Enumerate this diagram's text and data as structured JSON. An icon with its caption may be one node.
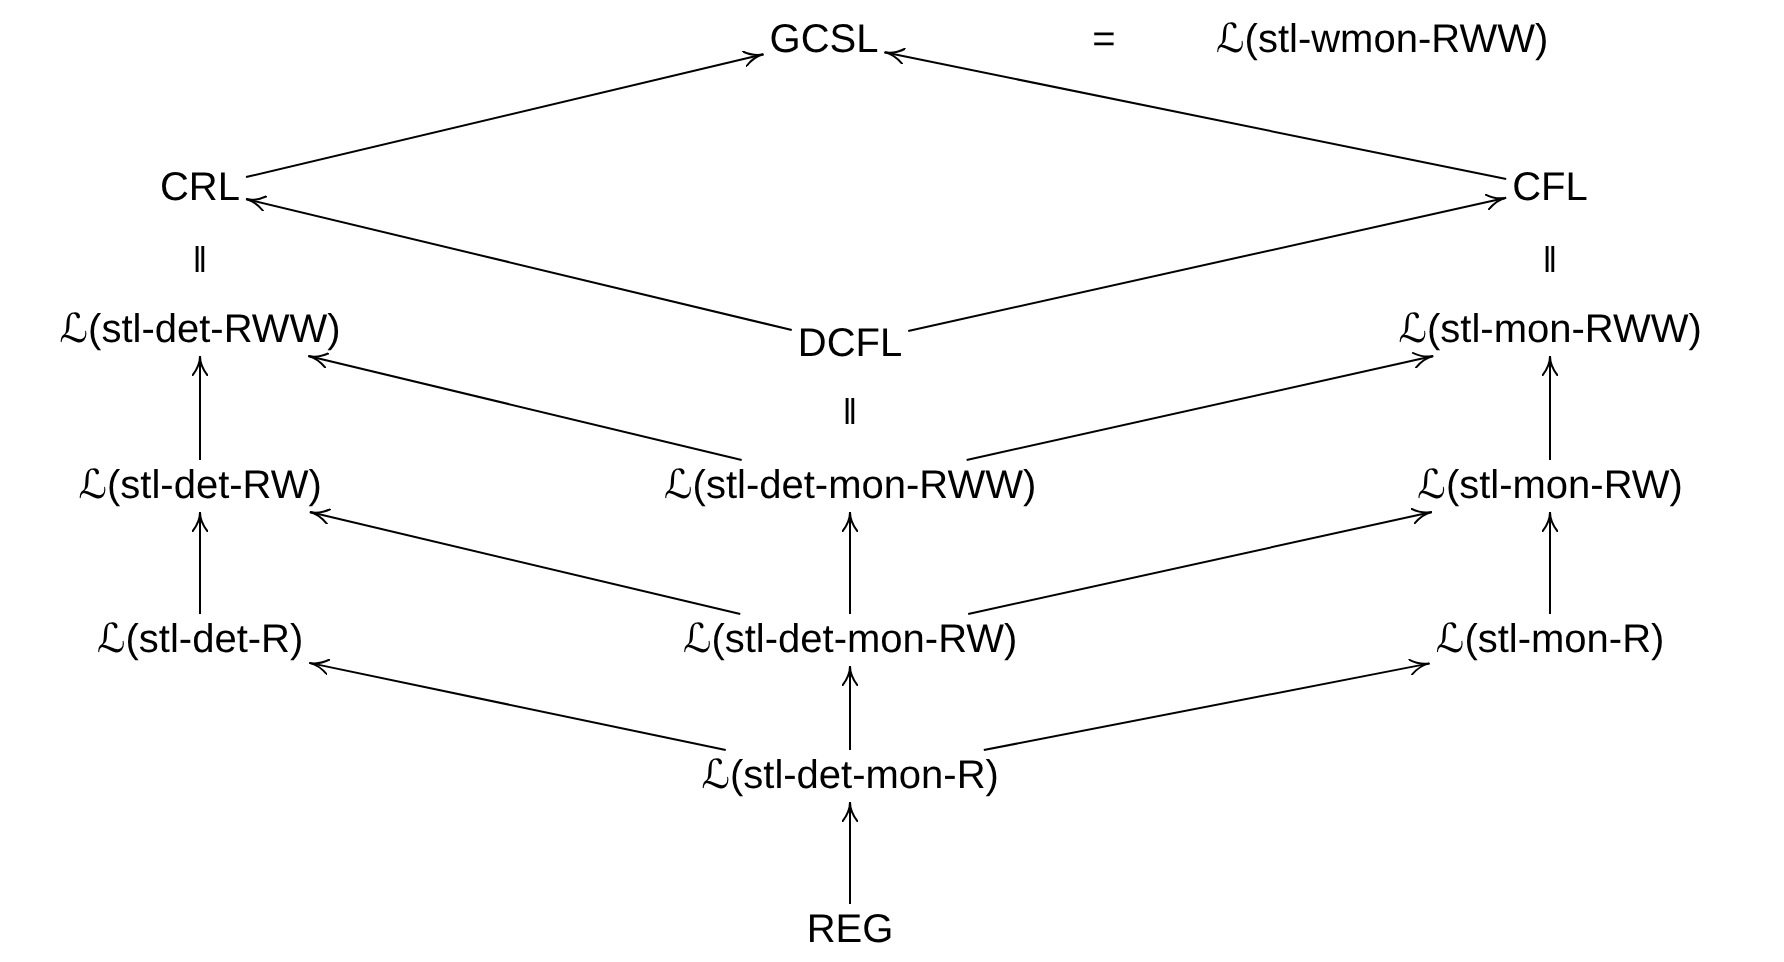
{
  "diagram": {
    "nodes": [
      {
        "text": [
          "GCSL"
        ]
      },
      {
        "text": [
          "CRL"
        ]
      },
      {
        "text": [
          "CFL"
        ]
      },
      {
        "text": [
          "ℒ(stl-det-RWW)"
        ]
      },
      {
        "text": [
          "DCFL"
        ]
      },
      {
        "text": [
          "ℒ(stl-mon-RWW)"
        ]
      },
      {
        "text": [
          "ℒ(stl-det-RW)"
        ]
      },
      {
        "text": [
          "ℒ(stl-det-mon-RWW)"
        ]
      },
      {
        "text": [
          "ℒ(stl-mon-RW)"
        ]
      },
      {
        "text": [
          "ℒ(stl-det-R)"
        ]
      },
      {
        "text": [
          "ℒ(stl-det-mon-RW)"
        ]
      },
      {
        "text": [
          "ℒ(stl-mon-R)"
        ]
      },
      {
        "text": [
          "ℒ(stl-det-mon-R)"
        ]
      },
      {
        "text": [
          "REG"
        ]
      }
    ],
    "edges": [
      {
        "from": 1,
        "to": 0,
        "arrow": "to"
      },
      {
        "from": 2,
        "to": 0,
        "arrow": "to"
      },
      {
        "from": 4,
        "to": 1,
        "arrow": "to"
      },
      {
        "from": 4,
        "to": 2,
        "arrow": "to"
      },
      {
        "from": 6,
        "to": 3,
        "arrow": "to"
      },
      {
        "from": 7,
        "to": 3,
        "arrow": "to"
      },
      {
        "from": 7,
        "to": 5,
        "arrow": "to"
      },
      {
        "from": 8,
        "to": 5,
        "arrow": "to"
      },
      {
        "from": 10,
        "to": 7,
        "arrow": "to"
      },
      {
        "from": 10,
        "to": 6,
        "arrow": "to"
      },
      {
        "from": 10,
        "to": 8,
        "arrow": "to"
      },
      {
        "from": 9,
        "to": 6,
        "arrow": "to"
      },
      {
        "from": 11,
        "to": 8,
        "arrow": "to"
      },
      {
        "from": 12,
        "to": 10,
        "arrow": "to"
      },
      {
        "from": 12,
        "to": 9,
        "arrow": "to"
      },
      {
        "from": 12,
        "to": 11,
        "arrow": "to"
      },
      {
        "from": 13,
        "to": 12,
        "arrow": "to"
      }
    ],
    "labels": [
      "=",
      "ℒ(stl-wmon-RWW)",
      "‖",
      "‖",
      "‖"
    ]
  }
}
